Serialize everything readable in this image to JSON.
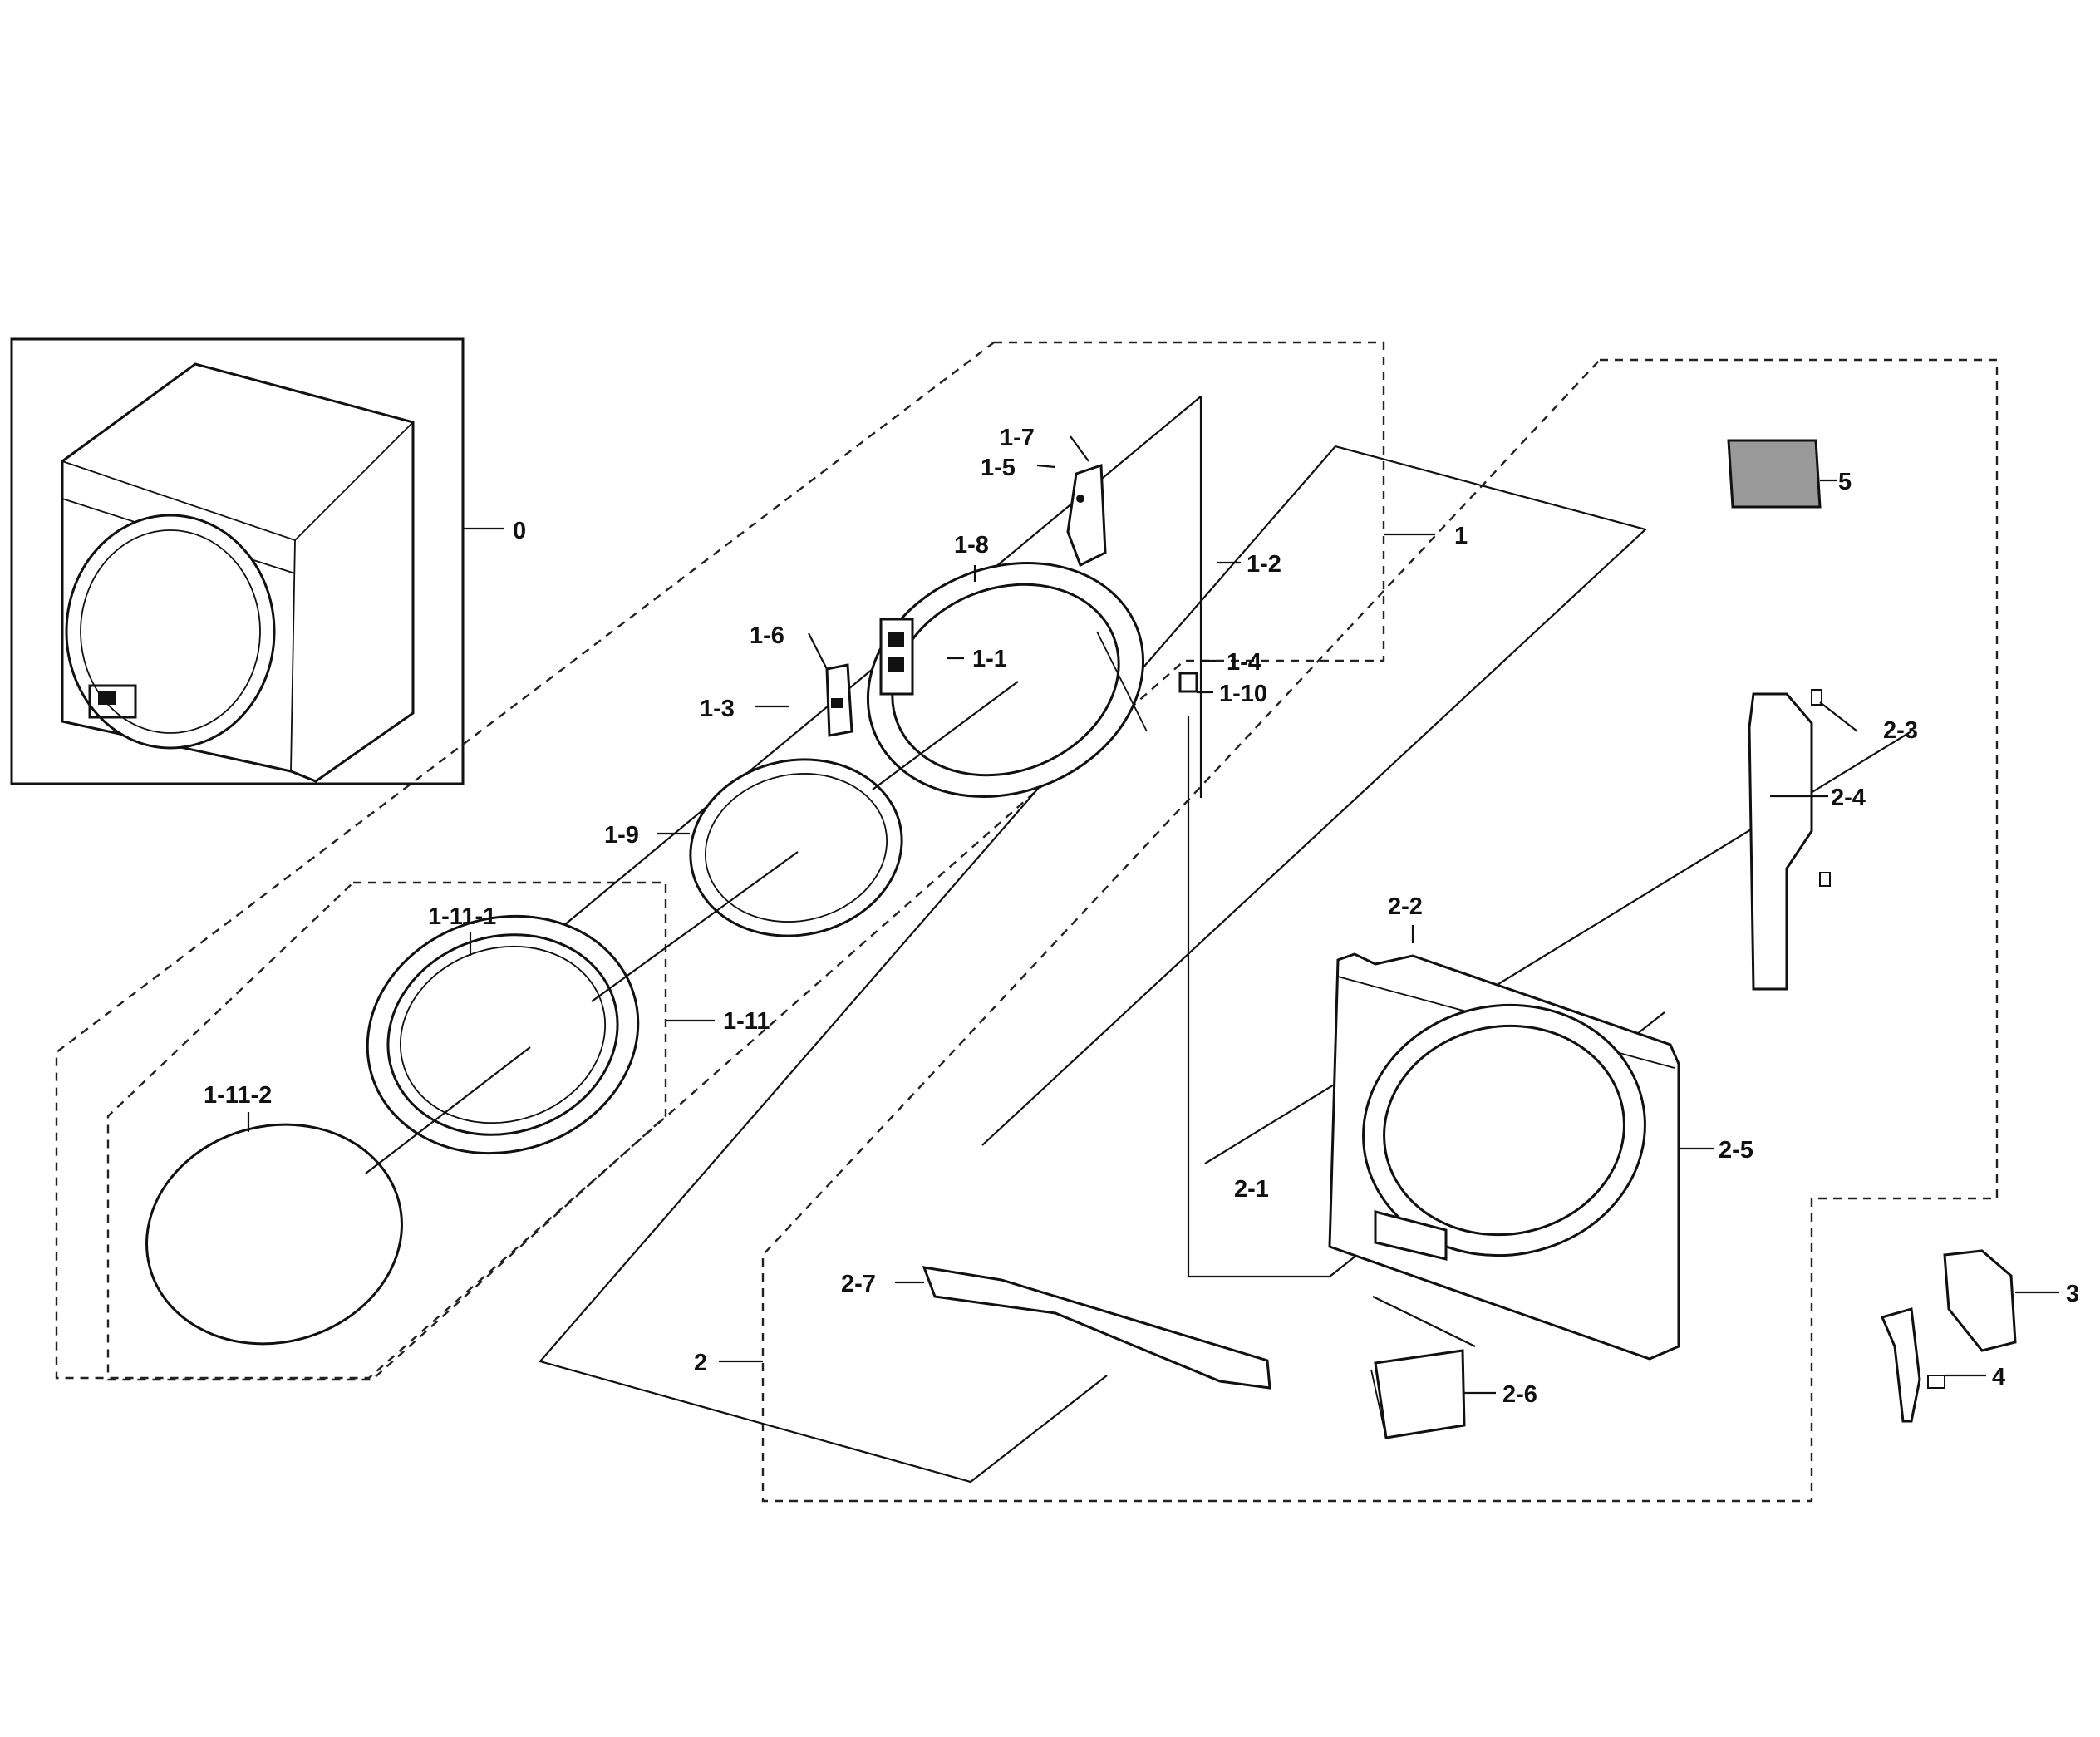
{
  "labels": {
    "l0": "0",
    "l1": "1",
    "l1_1": "1-1",
    "l1_2": "1-2",
    "l1_3": "1-3",
    "l1_4": "1-4",
    "l1_5": "1-5",
    "l1_6": "1-6",
    "l1_7": "1-7",
    "l1_8": "1-8",
    "l1_9": "1-9",
    "l1_10": "1-10",
    "l1_11": "1-11",
    "l1_11_1": "1-11-1",
    "l1_11_2": "1-11-2",
    "l2": "2",
    "l2_1": "2-1",
    "l2_2": "2-2",
    "l2_3": "2-3",
    "l2_4": "2-4",
    "l2_5": "2-5",
    "l2_6": "2-6",
    "l2_7": "2-7",
    "l3": "3",
    "l4": "4",
    "l5": "5"
  }
}
